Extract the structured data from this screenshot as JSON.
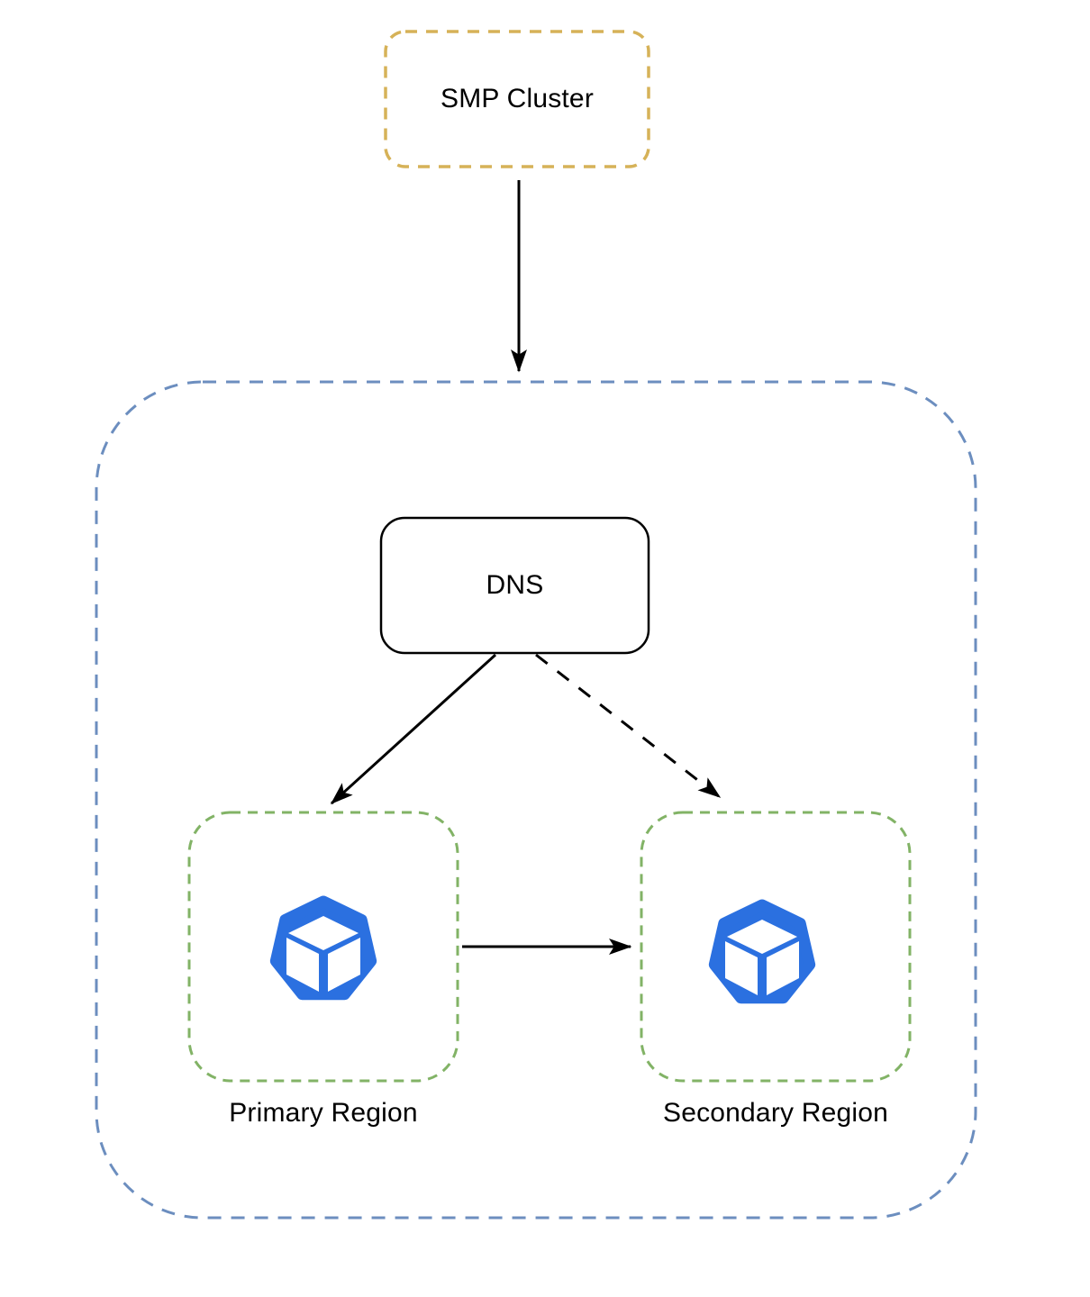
{
  "diagram": {
    "nodes": {
      "smp_cluster": {
        "label": "SMP Cluster"
      },
      "dns": {
        "label": "DNS"
      },
      "primary_region": {
        "label": "Primary Region"
      },
      "secondary_region": {
        "label": "Secondary Region"
      }
    },
    "icons": {
      "primary_region": "cluster-cube-icon",
      "secondary_region": "cluster-cube-icon"
    },
    "edges": [
      {
        "from": "smp_cluster",
        "to": "dns_container",
        "style": "solid"
      },
      {
        "from": "dns",
        "to": "primary_region",
        "style": "solid"
      },
      {
        "from": "dns",
        "to": "secondary_region",
        "style": "dashed"
      },
      {
        "from": "primary_region",
        "to": "secondary_region",
        "style": "solid"
      }
    ],
    "colors": {
      "smp_cluster_border": "#d6b258",
      "outer_container_border": "#6c8ebf",
      "region_border": "#82b366",
      "icon_blue": "#2b70e0",
      "arrow": "#000000",
      "node_fill": "#ffffff",
      "background": "#ffffff"
    }
  }
}
